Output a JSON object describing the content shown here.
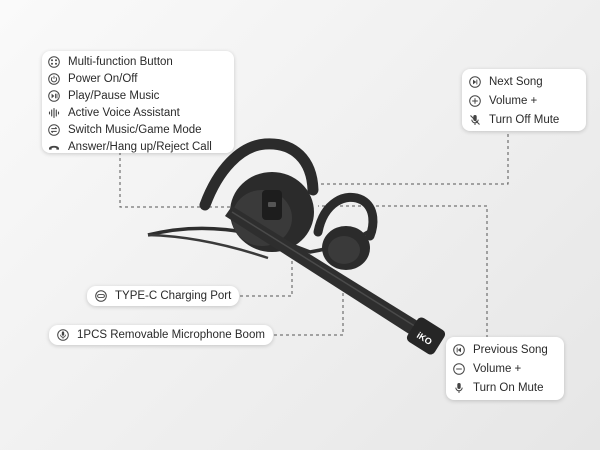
{
  "multifunction_panel": {
    "items": [
      {
        "icon": "multi-function-button-icon",
        "label": "Multi-function Button"
      },
      {
        "icon": "power-icon",
        "label": "Power On/Off"
      },
      {
        "icon": "play-pause-icon",
        "label": "Play/Pause Music"
      },
      {
        "icon": "voice-assistant-icon",
        "label": "Active Voice Assistant"
      },
      {
        "icon": "switch-mode-icon",
        "label": "Switch Music/Game Mode"
      },
      {
        "icon": "phone-icon",
        "label": "Answer/Hang up/Reject Call"
      }
    ]
  },
  "upper_right_panel": {
    "items": [
      {
        "icon": "next-song-icon",
        "label": "Next Song"
      },
      {
        "icon": "volume-plus-icon",
        "label": "Volume +"
      },
      {
        "icon": "mute-off-icon",
        "label": "Turn Off Mute"
      }
    ]
  },
  "lower_right_panel": {
    "items": [
      {
        "icon": "previous-song-icon",
        "label": "Previous Song"
      },
      {
        "icon": "volume-minus-icon",
        "label": "Volume +"
      },
      {
        "icon": "microphone-icon",
        "label": "Turn On Mute"
      }
    ]
  },
  "charging_port": {
    "icon": "usb-c-icon",
    "label": "TYPE-C Charging Port"
  },
  "mic_boom": {
    "icon": "microphone-icon",
    "label": "1PCS Removable Microphone Boom"
  },
  "product": {
    "logo_text": "iKO"
  },
  "colors": {
    "line": "#555555",
    "product": "#2b2b2b",
    "panel": "#ffffff"
  }
}
